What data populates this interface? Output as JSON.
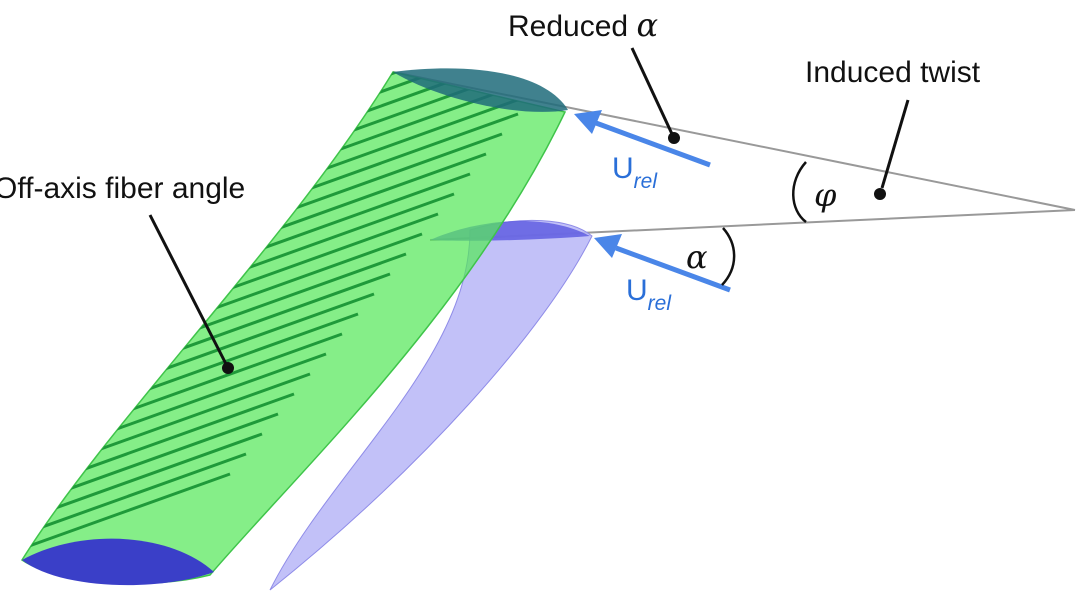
{
  "labels": {
    "reduced_alpha_text": "Reduced ",
    "alpha_symbol": "α",
    "induced_twist": "Induced twist",
    "off_axis_fiber_angle": "Off-axis fiber angle",
    "phi_symbol": "φ",
    "u_symbol": "U",
    "rel_subscript": "rel"
  },
  "colors": {
    "green_surface": "#56e85a",
    "green_fiber": "#1f9a3a",
    "blue_tip": "#3a3fc8",
    "blue_surface": "#b7b6f7",
    "arrow_blue": "#4a86e8",
    "line_gray": "#999999"
  }
}
